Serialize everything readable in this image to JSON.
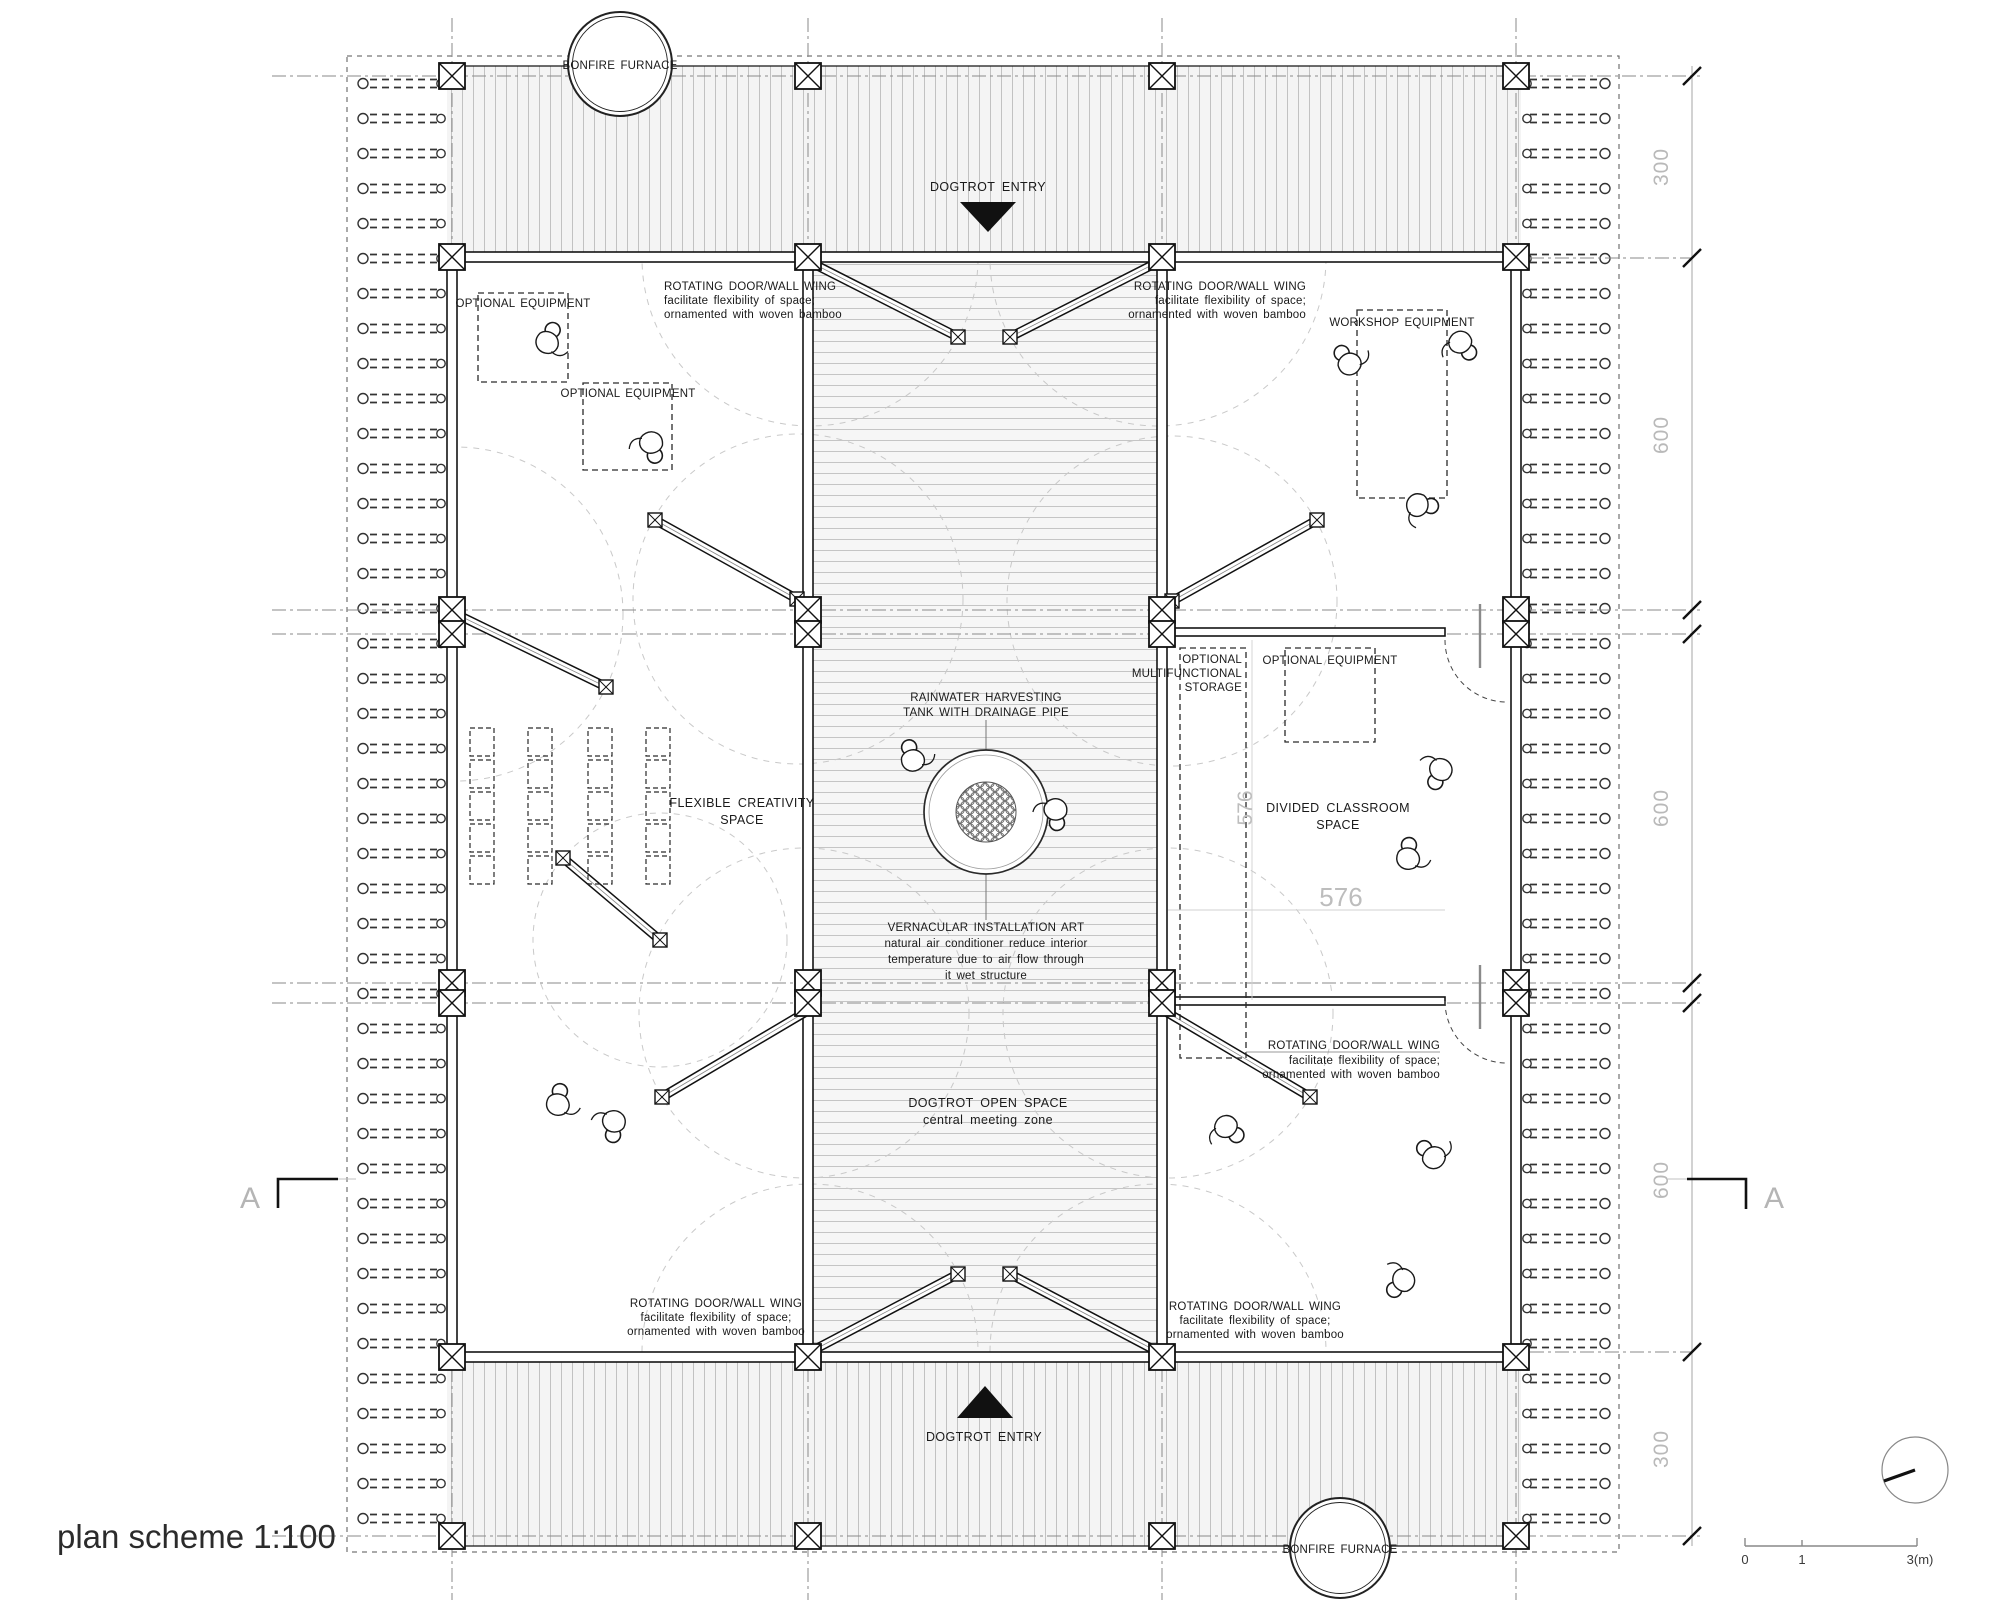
{
  "page": {
    "title": "plan scheme 1:100"
  },
  "plan": {
    "furnace_label": "BONFIRE FURNACE",
    "entry_label": "DOGTROT ENTRY",
    "rotating_wing_note": [
      "ROTATING DOOR/WALL WING",
      "facilitate flexibility of space;",
      "ornamented with woven bamboo"
    ],
    "optional_equipment_label": "OPTIONAL EQUIPMENT",
    "workshop_equipment_label": "WORKSHOP EQUIPMENT",
    "storage_note": [
      "OPTIONAL",
      "MULTIFUNCTIONAL",
      "STORAGE"
    ],
    "flexible_space": [
      "FLEXIBLE CREATIVITY",
      "SPACE"
    ],
    "classroom_space": [
      "DIVIDED CLASSROOM",
      "SPACE"
    ],
    "dogtrot_space": [
      "DOGTROT OPEN SPACE",
      "central meeting zone"
    ],
    "rainwater_note": [
      "RAINWATER HARVESTING",
      "TANK WITH DRAINAGE PIPE"
    ],
    "vernacular_note": [
      "VERNACULAR INSTALLATION ART",
      "natural air conditioner reduce interior",
      "temperature due to air flow through",
      "it wet structure"
    ]
  },
  "dimensions": {
    "column": [
      "300",
      "600",
      "600",
      "600",
      "300"
    ],
    "room": "576",
    "section": "A"
  },
  "scalebar": {
    "zero": "0",
    "one": "1",
    "three": "3(m)"
  }
}
